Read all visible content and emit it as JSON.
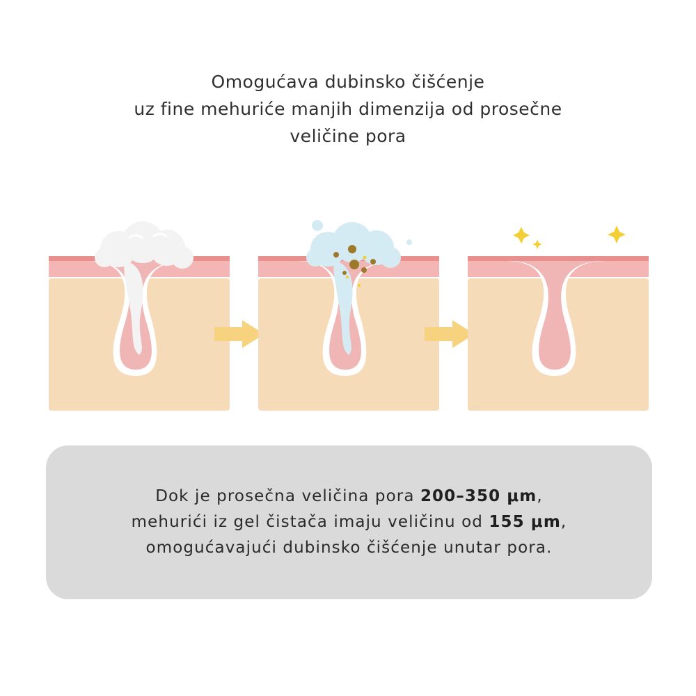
{
  "headline": {
    "line1": "Omogućava dubinsko čišćenje",
    "line2": "uz fine mehuriće manjih dimenzija od prosečne",
    "line3": "veličine pora"
  },
  "colors": {
    "skin_base": "#f5dbb7",
    "skin_top": "#f3b6b4",
    "skin_top_edge": "#e9908e",
    "pore_fill": "#f0b6b6",
    "pore_outline": "#ffffff",
    "foam_white": "#f3f3f3",
    "foam_blue": "#d5ebf3",
    "dirt": "#9c7a2c",
    "arrow": "#f7d27f",
    "sparkle": "#f3cf35",
    "info_box": "#dadada"
  },
  "diagram": {
    "stages": [
      {
        "name": "foam-applied",
        "elements": [
          "white-foam",
          "pore"
        ]
      },
      {
        "name": "cleansing",
        "elements": [
          "blue-bubbles",
          "dirt-particles",
          "pore"
        ]
      },
      {
        "name": "clean-pore",
        "elements": [
          "sparkles",
          "pore"
        ]
      }
    ],
    "arrows": [
      "arrow-right-icon",
      "arrow-right-icon"
    ]
  },
  "info": {
    "line1_pre": "Dok je prosečna veličina pora ",
    "line1_bold": "200–350 μm",
    "line1_post": ",",
    "line2_pre": "mehurići iz gel čistača imaju veličinu od ",
    "line2_bold": "155 μm",
    "line2_post": ",",
    "line3": "omogućavajući dubinsko čišćenje unutar pora."
  }
}
